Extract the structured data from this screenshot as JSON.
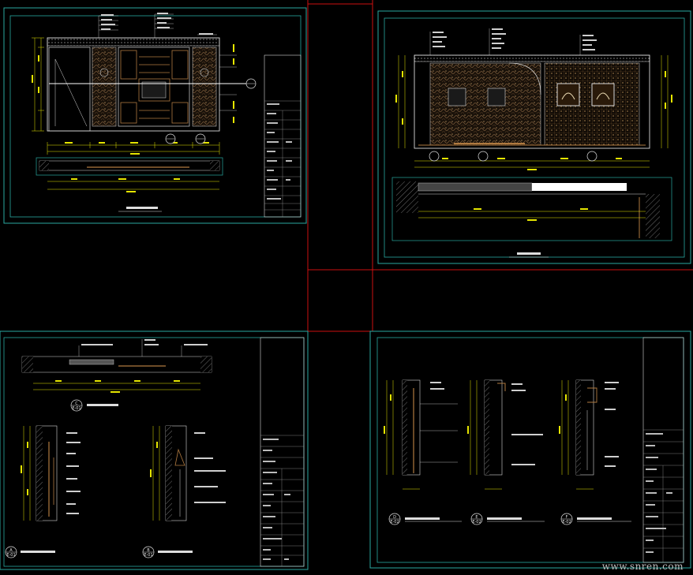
{
  "watermark": "www.snren.com",
  "colors": {
    "background": "#000000",
    "frame": "#2aa8a0",
    "sheet_border": "#cc1111",
    "line": "#d8d8d8",
    "dimension": "#e6e600",
    "marker": "#e0e0e0",
    "stone": "#6a4a2a",
    "wood": "#7a5630",
    "title": "#dddddd"
  },
  "sheets": [
    {
      "id": "sheet-top-left",
      "kind": "elevation"
    },
    {
      "id": "sheet-top-right",
      "kind": "elevation"
    },
    {
      "id": "sheet-bottom-left",
      "kind": "section"
    },
    {
      "id": "sheet-bottom-right",
      "kind": "section"
    }
  ],
  "section_markers": [
    {
      "letter": "A",
      "code": "E-01"
    },
    {
      "letter": "B",
      "code": "E-01"
    },
    {
      "letter": "C",
      "code": "E-01"
    },
    {
      "letter": "D",
      "code": "E-02"
    },
    {
      "letter": "E",
      "code": "E-02"
    },
    {
      "letter": "F",
      "code": "E-02"
    }
  ]
}
